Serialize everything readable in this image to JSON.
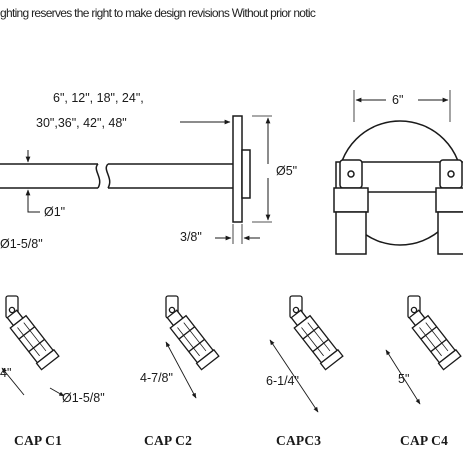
{
  "header": {
    "notice": "ghting reserves the right to make design revisions Without prior notic"
  },
  "rod_view": {
    "length_options_line1": "6\", 12\", 18\", 24\",",
    "length_options_line2": "30\",36\", 42\", 48\"",
    "rod_diameter": "Ø1\"",
    "collar_diameter": "Ø1-5/8\"",
    "canopy_diameter": "Ø5\"",
    "canopy_thickness": "3/8\""
  },
  "end_view": {
    "width": "6\""
  },
  "fixtures": [
    {
      "dimension": "4\"",
      "extra_dimension": "Ø1-5/8\"",
      "caption": "CAP C1"
    },
    {
      "dimension": "4-7/8\"",
      "caption": "CAP C2"
    },
    {
      "dimension": "6-1/4\"",
      "caption": "CAPC3"
    },
    {
      "dimension": "5\"",
      "caption": "CAP C4"
    }
  ],
  "colors": {
    "ink": "#1a1a1a",
    "background": "#ffffff"
  }
}
